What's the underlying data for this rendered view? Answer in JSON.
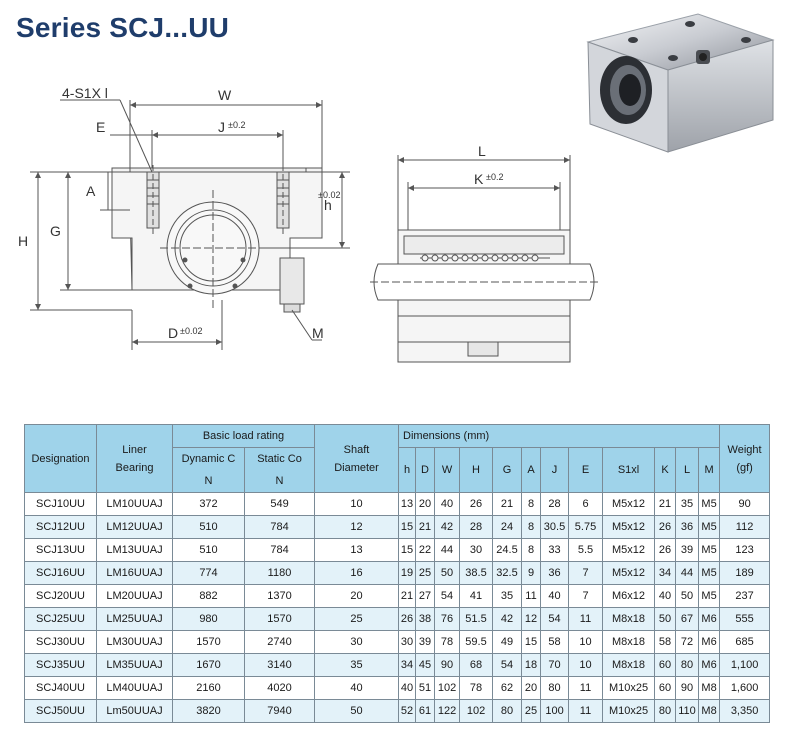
{
  "title": "Series SCJ...UU",
  "colors": {
    "title": "#1f3d6b",
    "header_bg": "#9fd3ea",
    "row_alt_bg": "#e3f2f9"
  },
  "drawing": {
    "holes_label": "4-S1X l",
    "W": "W",
    "E": "E",
    "J": "J",
    "J_tol": "±0.2",
    "A": "A",
    "h": "h",
    "h_tol": "±0.02",
    "H": "H",
    "G": "G",
    "D": "D",
    "D_tol": "±0.02",
    "M": "M",
    "L": "L",
    "K": "K",
    "K_tol": "±0.2"
  },
  "table": {
    "headers": {
      "designation": "Designation",
      "liner_bearing": "Liner\nBearing",
      "basic_load": "Basic load rating",
      "dynamic": "Dynamic C",
      "static": "Static Co",
      "unit_n1": "N",
      "unit_n2": "N",
      "shaft": "Shaft\nDiameter",
      "dimensions": "Dimensions (mm)",
      "weight": "Weight\n(gf)",
      "dims": [
        "h",
        "D",
        "W",
        "H",
        "G",
        "A",
        "J",
        "E",
        "S1xl",
        "K",
        "L",
        "M"
      ]
    },
    "rows": [
      [
        "SCJ10UU",
        "LM10UUAJ",
        "372",
        "549",
        "10",
        "13",
        "20",
        "40",
        "26",
        "21",
        "8",
        "28",
        "6",
        "M5x12",
        "21",
        "35",
        "M5",
        "90"
      ],
      [
        "SCJ12UU",
        "LM12UUAJ",
        "510",
        "784",
        "12",
        "15",
        "21",
        "42",
        "28",
        "24",
        "8",
        "30.5",
        "5.75",
        "M5x12",
        "26",
        "36",
        "M5",
        "112"
      ],
      [
        "SCJ13UU",
        "LM13UUAJ",
        "510",
        "784",
        "13",
        "15",
        "22",
        "44",
        "30",
        "24.5",
        "8",
        "33",
        "5.5",
        "M5x12",
        "26",
        "39",
        "M5",
        "123"
      ],
      [
        "SCJ16UU",
        "LM16UUAJ",
        "774",
        "1180",
        "16",
        "19",
        "25",
        "50",
        "38.5",
        "32.5",
        "9",
        "36",
        "7",
        "M5x12",
        "34",
        "44",
        "M5",
        "189"
      ],
      [
        "SCJ20UU",
        "LM20UUAJ",
        "882",
        "1370",
        "20",
        "21",
        "27",
        "54",
        "41",
        "35",
        "11",
        "40",
        "7",
        "M6x12",
        "40",
        "50",
        "M5",
        "237"
      ],
      [
        "SCJ25UU",
        "LM25UUAJ",
        "980",
        "1570",
        "25",
        "26",
        "38",
        "76",
        "51.5",
        "42",
        "12",
        "54",
        "11",
        "M8x18",
        "50",
        "67",
        "M6",
        "555"
      ],
      [
        "SCJ30UU",
        "LM30UUAJ",
        "1570",
        "2740",
        "30",
        "30",
        "39",
        "78",
        "59.5",
        "49",
        "15",
        "58",
        "10",
        "M8x18",
        "58",
        "72",
        "M6",
        "685"
      ],
      [
        "SCJ35UU",
        "LM35UUAJ",
        "1670",
        "3140",
        "35",
        "34",
        "45",
        "90",
        "68",
        "54",
        "18",
        "70",
        "10",
        "M8x18",
        "60",
        "80",
        "M6",
        "1,100"
      ],
      [
        "SCJ40UU",
        "LM40UUAJ",
        "2160",
        "4020",
        "40",
        "40",
        "51",
        "102",
        "78",
        "62",
        "20",
        "80",
        "11",
        "M10x25",
        "60",
        "90",
        "M8",
        "1,600"
      ],
      [
        "SCJ50UU",
        "Lm50UUAJ",
        "3820",
        "7940",
        "50",
        "52",
        "61",
        "122",
        "102",
        "80",
        "25",
        "100",
        "11",
        "M10x25",
        "80",
        "110",
        "M8",
        "3,350"
      ]
    ]
  }
}
